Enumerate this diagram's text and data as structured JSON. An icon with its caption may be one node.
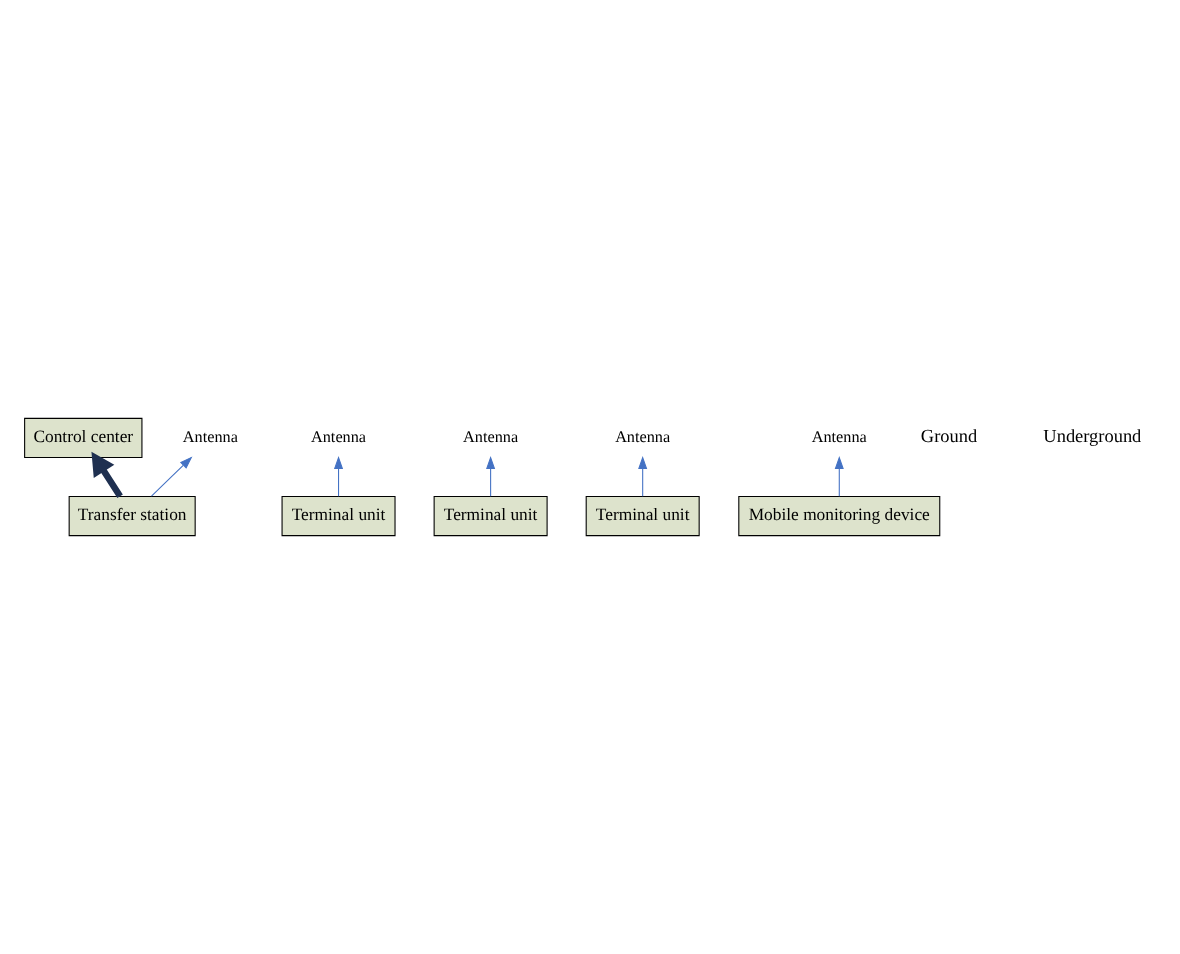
{
  "diagram": {
    "nodes": [
      {
        "text": [
          "Control center"
        ]
      },
      {
        "text": [
          "Terminal unit"
        ],
        "beside": [
          "Antenna"
        ]
      },
      {
        "text": [
          "Terminal unit"
        ],
        "beside": [
          "Antenna"
        ]
      },
      {
        "text": [
          "Terminal unit"
        ],
        "beside": [
          "Antenna"
        ]
      },
      {
        "text": [
          "Transfer station"
        ],
        "beside": [
          "Antenna"
        ]
      },
      {
        "text": [
          "Mobile monitoring device"
        ],
        "beside": [
          "Antenna"
        ]
      }
    ],
    "edges": [
      {
        "from": 4,
        "to": 0,
        "arrow": "to",
        "style": "thick",
        "color": "#1f3050"
      },
      {
        "from": 1,
        "to": null,
        "arrow": "to",
        "color": "#4472c4"
      },
      {
        "from": 2,
        "to": null,
        "arrow": "to",
        "color": "#4472c4"
      },
      {
        "from": 3,
        "to": null,
        "arrow": "to",
        "color": "#4472c4"
      },
      {
        "from": 4,
        "to": null,
        "arrow": "to",
        "color": "#4472c4"
      },
      {
        "from": 5,
        "to": null,
        "arrow": "to",
        "color": "#4472c4"
      }
    ],
    "labels": [
      "Ground",
      "Underground"
    ]
  }
}
